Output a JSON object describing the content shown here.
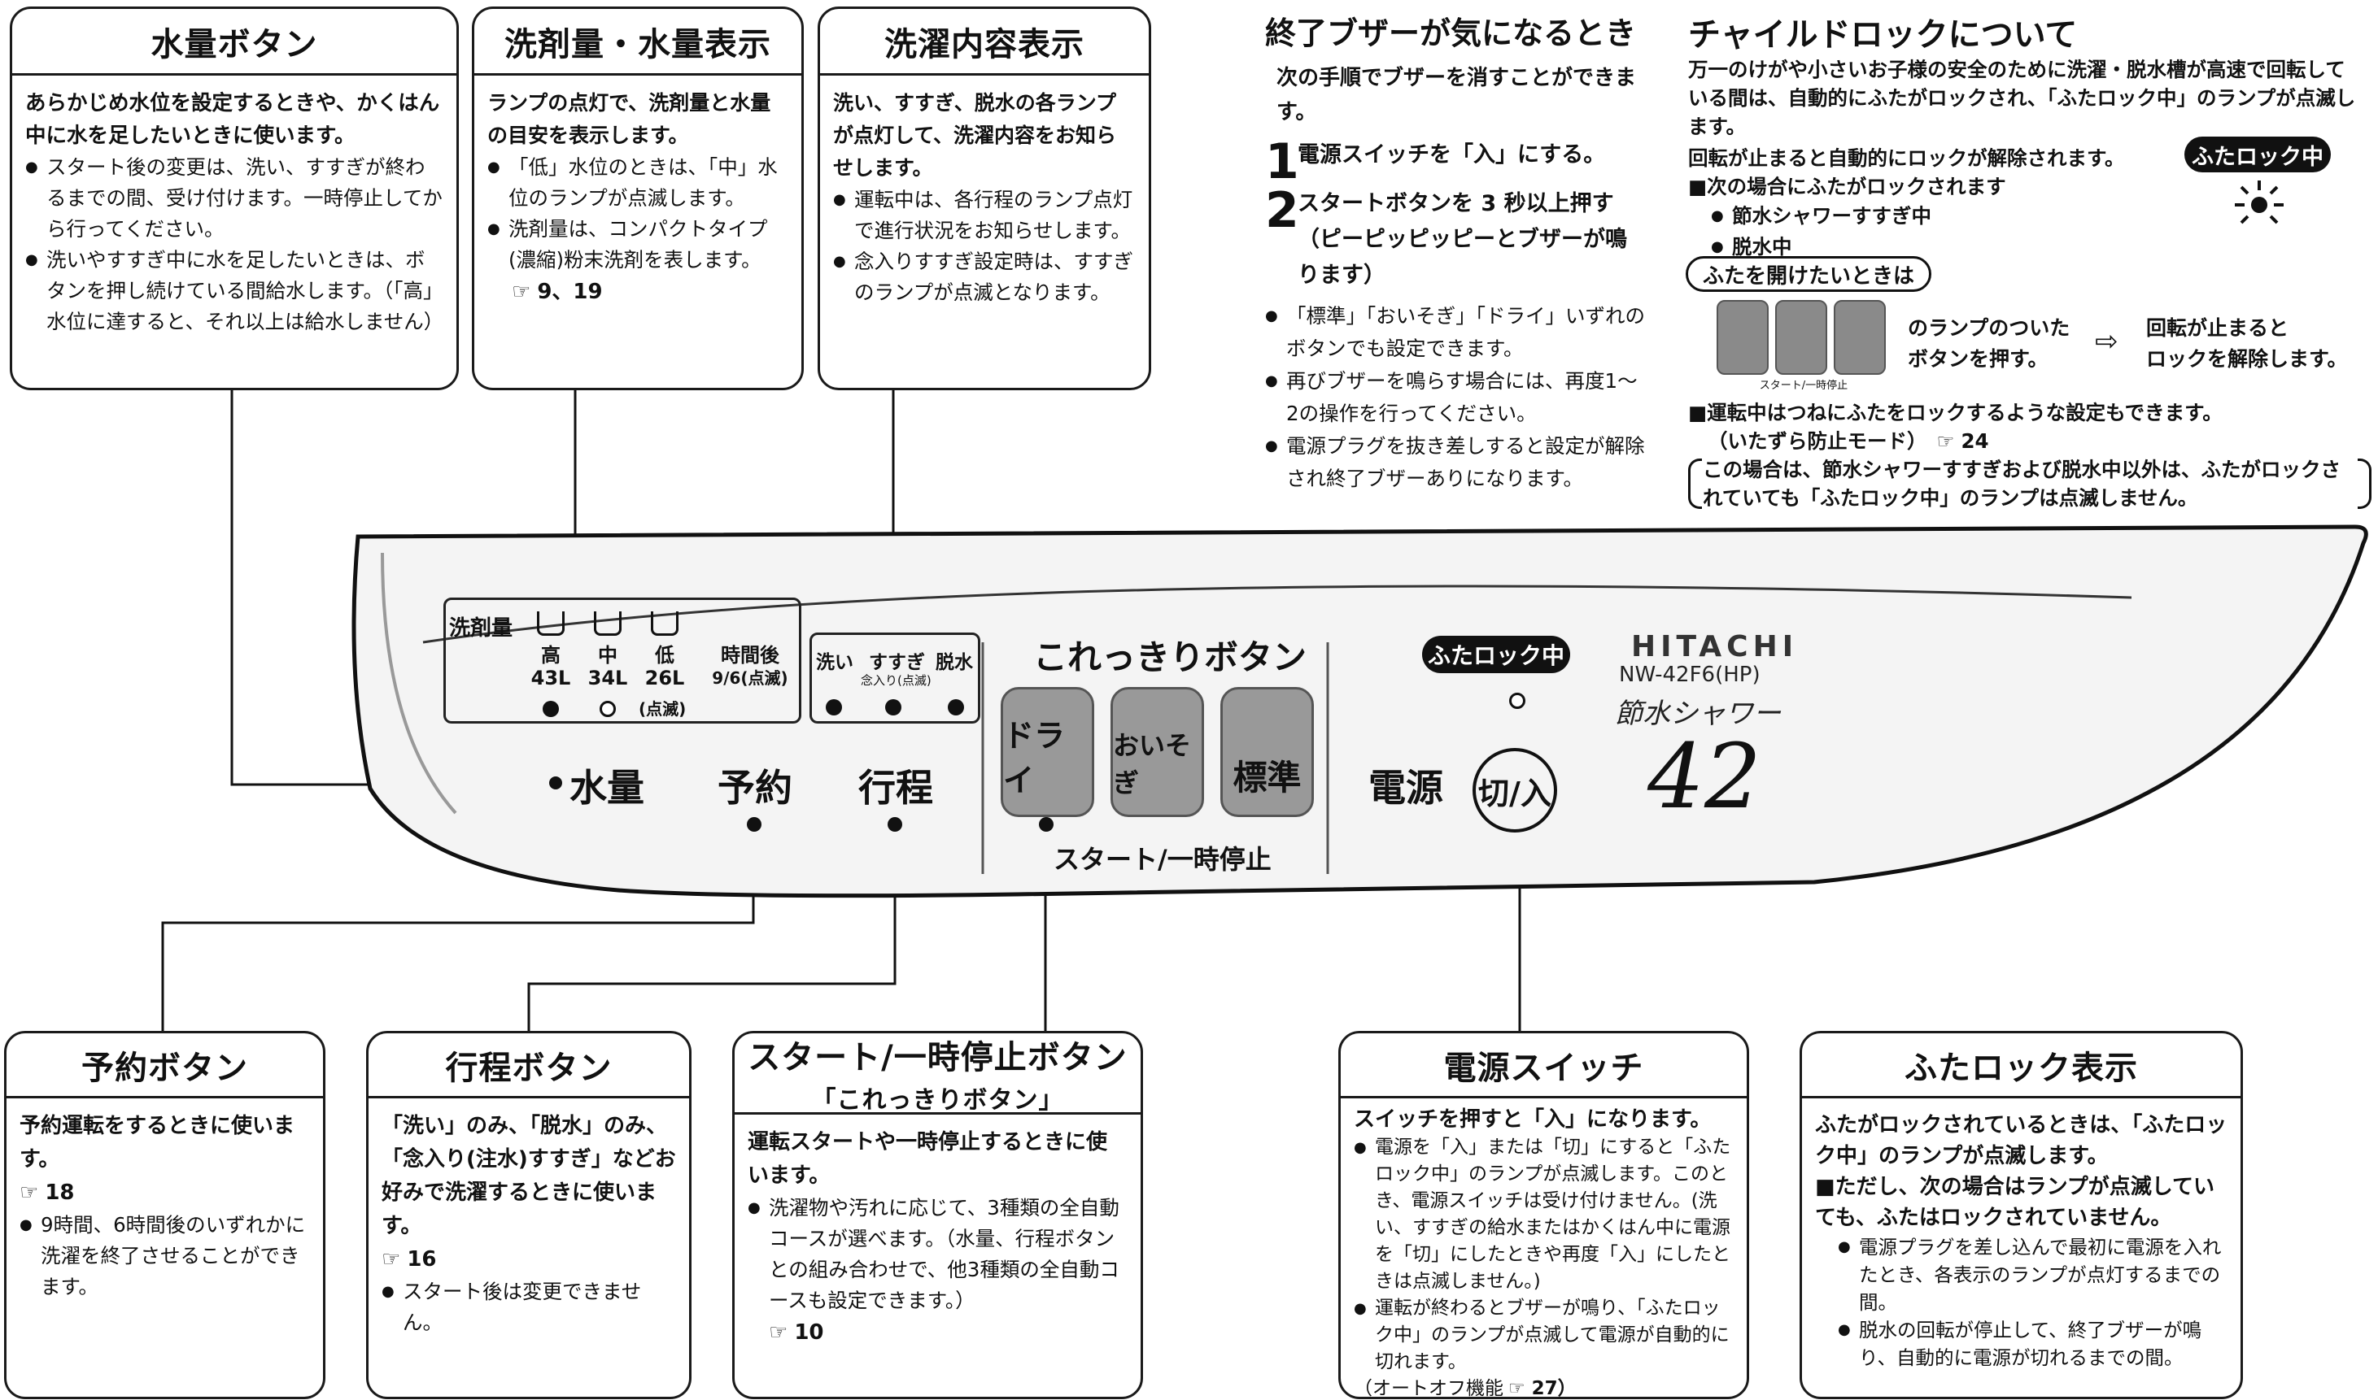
{
  "boxes": {
    "water": {
      "title": "水量ボタン",
      "lead": "あらかじめ水位を設定するときや、かくはん中に水を足したいときに使います。",
      "bullets": [
        "スタート後の変更は、洗い、すすぎが終わるまでの間、受け付けます。一時停止してから行ってください。",
        "洗いやすすぎ中に水を足したいときは、ボタンを押し続けている間給水します。（「高」水位に達すると、それ以上は給水しません）"
      ]
    },
    "detergent": {
      "title": "洗剤量・水量表示",
      "lead": "ランプの点灯で、洗剤量と水量の目安を表示します。",
      "bullets": [
        "「低」水位のときは、「中」水位のランプが点滅します。",
        "洗剤量は、コンパクトタイプ(濃縮)粉末洗剤を表します。"
      ],
      "ref": "9、19"
    },
    "content": {
      "title": "洗濯内容表示",
      "lead": "洗い、すすぎ、脱水の各ランプが点灯して、洗濯内容をお知らせします。",
      "bullets": [
        "運転中は、各行程のランプ点灯で進行状況をお知らせします。",
        "念入りすすぎ設定時は、すすぎのランプが点滅となります。"
      ]
    },
    "timer": {
      "title": "予約ボタン",
      "lead": "予約運転をするときに使います。",
      "ref": "18",
      "bullets": [
        "9時間、6時間後のいずれかに洗濯を終了させることができます。"
      ]
    },
    "course": {
      "title": "行程ボタン",
      "lead": "「洗い」のみ、「脱水」のみ、「念入り(注水)すすぎ」などお好みで洗濯するときに使います。",
      "ref": "16",
      "bullets": [
        "スタート後は変更できません。"
      ]
    },
    "start": {
      "title": "スタート/一時停止ボタン",
      "subtitle": "「これっきりボタン」",
      "lead": "運転スタートや一時停止するときに使います。",
      "bullets": [
        "洗濯物や汚れに応じて、3種類の全自動コースが選べます。（水量、行程ボタンとの組み合わせで、他3種類の全自動コースも設定できます。）"
      ],
      "ref": "10"
    },
    "power": {
      "title": "電源スイッチ",
      "lead": "スイッチを押すと「入」になります。",
      "bullets": [
        "電源を「入」または「切」にすると「ふたロック中」のランプが点滅します。このとき、電源スイッチは受け付けません。(洗い、すすぎの給水またはかくはん中に電源を「切」にしたときや再度「入」にしたときは点滅しません。)",
        "運転が終わるとブザーが鳴り、「ふたロック中」のランプが点滅して電源が自動的に切れます。"
      ],
      "autooff": "（オートオフ機能",
      "ref": "27）"
    },
    "lock": {
      "title": "ふたロック表示",
      "lead": "ふたがロックされているときは、「ふたロック中」のランプが点滅します。",
      "note": "■ただし、次の場合はランプが点滅していても、ふたはロックされていません。",
      "bullets": [
        "電源プラグを差し込んで最初に電源を入れたとき、各表示のランプが点灯するまでの間。",
        "脱水の回転が停止して、終了ブザーが鳴り、自動的に電源が切れるまでの間。"
      ]
    }
  },
  "buzzer": {
    "title": "終了ブザーが気になるとき",
    "intro": "次の手順でブザーを消すことができます。",
    "steps": [
      {
        "num": "1",
        "text": "電源スイッチを「入」にする。"
      },
      {
        "num": "2",
        "text": "スタートボタンを 3 秒以上押す（ピーピッピッピーとブザーが鳴ります）"
      }
    ],
    "bullets": [
      "「標準」「おいそぎ」「ドライ」いずれのボタンでも設定できます。",
      "再びブザーを鳴らす場合には、再度1〜2の操作を行ってください。",
      "電源プラグを抜き差しすると設定が解除され終了ブザーありになります。"
    ]
  },
  "childlock": {
    "title": "チャイルドロックについて",
    "p1": "万一のけがや小さいお子様の安全のために洗濯・脱水槽が高速で回転している間は、自動的にふたがロックされ、「ふたロック中」のランプが点滅します。",
    "p2": "回転が止まると自動的にロックが解除されます。",
    "badge": "ふたロック中",
    "cases_title": "■次の場合にふたがロックされます",
    "cases": [
      "節水シャワーすすぎ中",
      "脱水中"
    ],
    "open_title": "ふたを開けたいときは",
    "open_text1": "のランプのついた",
    "open_text2": "ボタンを押す。",
    "open_result1": "回転が止まると",
    "open_result2": "ロックを解除します。",
    "mini_label": "スタート/一時停止",
    "mode_text": "■運転中はつねにふたをロックするような設定もできます。",
    "mode_name": "（いたずら防止モード）",
    "mode_ref": "24",
    "mode_note": "この場合は、節水シャワーすすぎおよび脱水中以外は、ふたがロックされていても「ふたロック中」のランプは点滅しません。"
  },
  "panel": {
    "detergent_label": "洗剤量",
    "levels": [
      {
        "name": "高",
        "vol": "43L"
      },
      {
        "name": "中",
        "vol": "34L"
      },
      {
        "name": "低",
        "vol": "26L"
      }
    ],
    "blink_note": "(点滅)",
    "timer_label": "時間後",
    "timer_values": "9/6(点滅)",
    "steps": [
      "洗い",
      "すすぎ",
      "脱水"
    ],
    "rinse_note": "念入り(点滅)",
    "water_button": "水量",
    "timer_button": "予約",
    "course_button": "行程",
    "korekkiri_title": "これっきりボタン",
    "courses": [
      "ドライ",
      "おいそぎ",
      "標準"
    ],
    "start_label": "スタート/一時停止",
    "lock_lamp": "ふたロック中",
    "power_label": "電源",
    "power_button": "切/入",
    "brand": "HITACHI",
    "model": "NW-42F6(HP)",
    "series": "節水シャワー",
    "capacity": "42"
  }
}
